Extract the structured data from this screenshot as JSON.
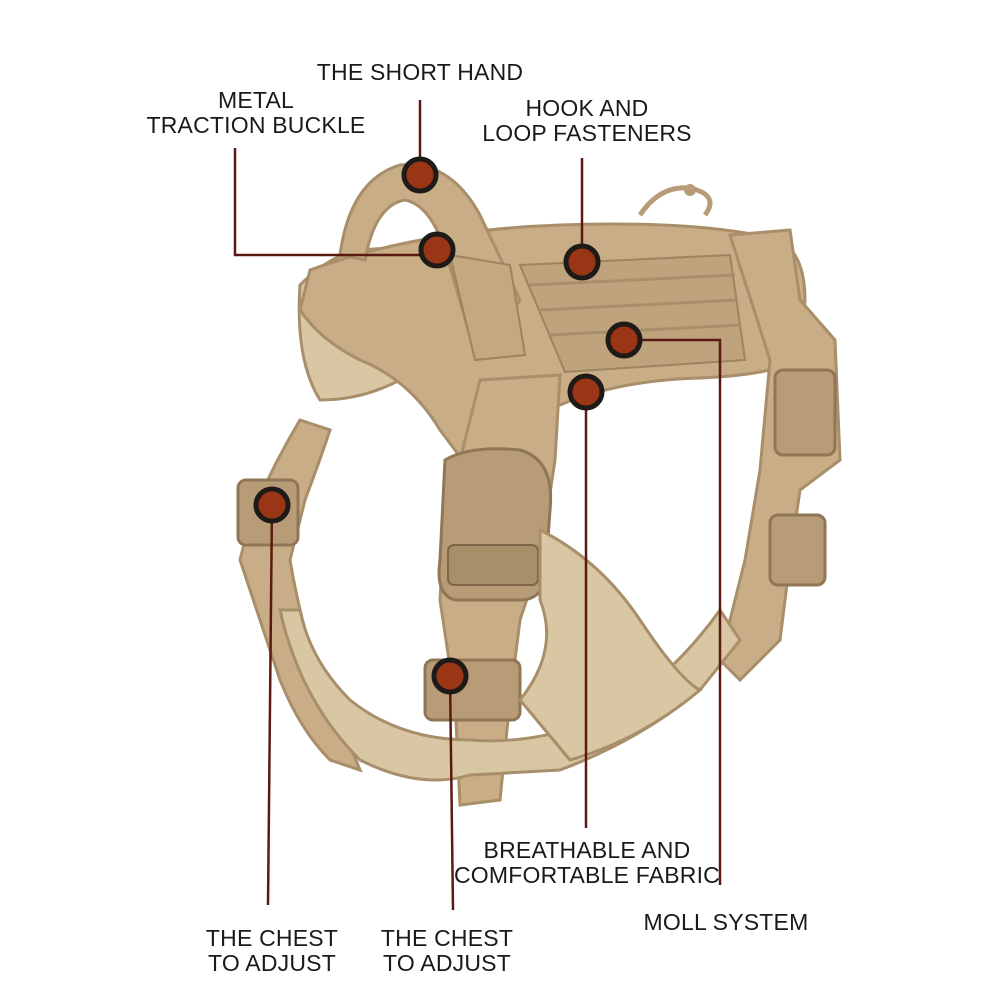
{
  "colors": {
    "leader_line": "#5a1a12",
    "marker_fill": "#9a3516",
    "marker_ring": "#1e1a18",
    "fabric": "#c8ad86",
    "fabric_dark": "#a88f6a",
    "fabric_light": "#e3d3b5",
    "lining": "#d9c7a4",
    "buckle": "#b89c78",
    "text": "#1a1a1a"
  },
  "labels": {
    "short_hand": "THE SHORT HAND",
    "metal_buckle": [
      "METAL",
      "TRACTION BUCKLE"
    ],
    "hook_loop": [
      "HOOK AND",
      "LOOP FASTENERS"
    ],
    "breathable": [
      "BREATHABLE AND",
      "COMFORTABLE FABRIC"
    ],
    "moll": "MOLL SYSTEM",
    "chest_left": [
      "THE CHEST",
      "TO ADJUST"
    ],
    "chest_right": [
      "THE CHEST",
      "TO ADJUST"
    ]
  }
}
